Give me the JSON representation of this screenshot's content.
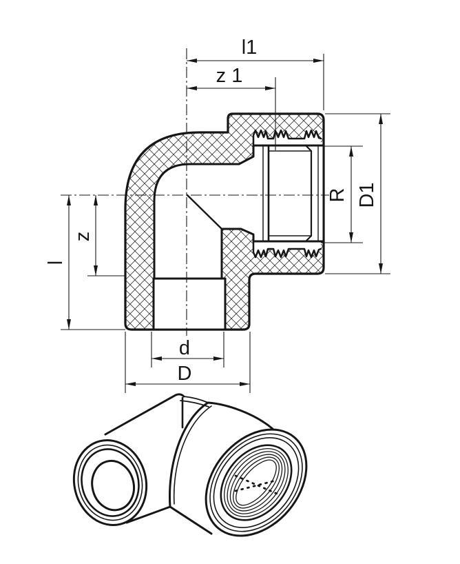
{
  "drawing": {
    "background": "#ffffff",
    "line_color": "#161616",
    "hatch_color": "#3d3d3d",
    "dimensions": {
      "l1": "l1",
      "z1": "z 1",
      "R": "R",
      "D1": "D1",
      "l": "l",
      "z": "z",
      "d": "d",
      "D": "D"
    }
  }
}
